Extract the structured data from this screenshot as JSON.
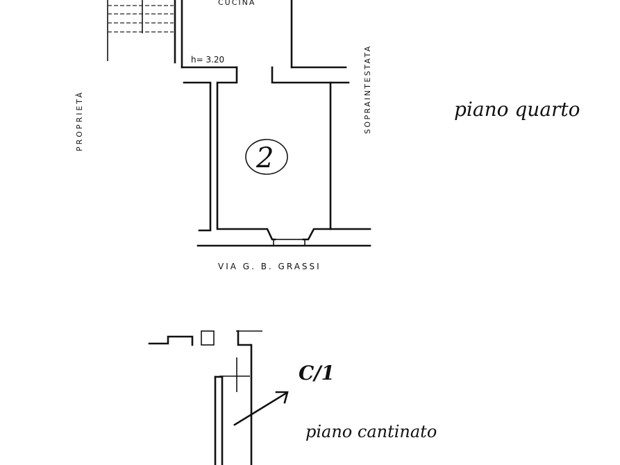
{
  "labels": {
    "kitchen": "CUCINA",
    "height": "h= 3.20",
    "property": "PROPRIETÀ",
    "overbuilding": "SOPRAINTESTATA",
    "unit": "2",
    "street": "VIA  G. B.  GRASSI",
    "upper_floor": "piano quarto",
    "basement": "piano cantinato",
    "cellar_ref": "C/1"
  }
}
